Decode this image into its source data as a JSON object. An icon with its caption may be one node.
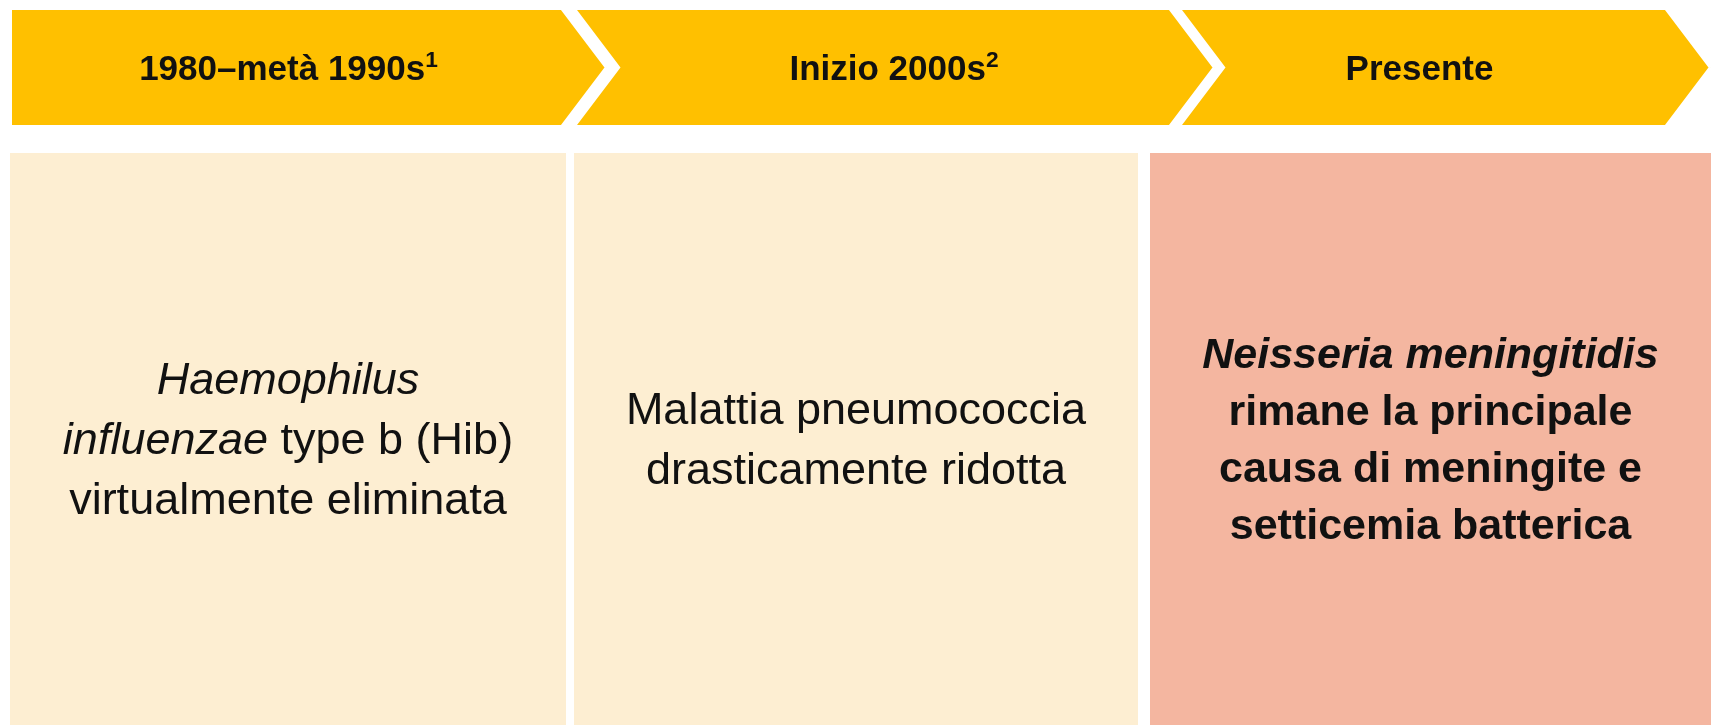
{
  "diagram": {
    "nodes": [
      {
        "text": [
          "1980–metà 1990s$^{1}$"
        ]
      },
      {
        "text": [
          "Inizio 2000s$^{2}$"
        ]
      },
      {
        "text": [
          "Presente"
        ]
      },
      {
        "text": [
          "*Haemophilus influenzae* type b (Hib) virtualmente eliminata"
        ]
      },
      {
        "text": [
          "Malattia pneumococcia drasticamente ridotta"
        ]
      },
      {
        "text": [
          "*Neisseria meningitidis* rimane la principale causa di meningite e setticemia batterica"
        ]
      }
    ]
  }
}
